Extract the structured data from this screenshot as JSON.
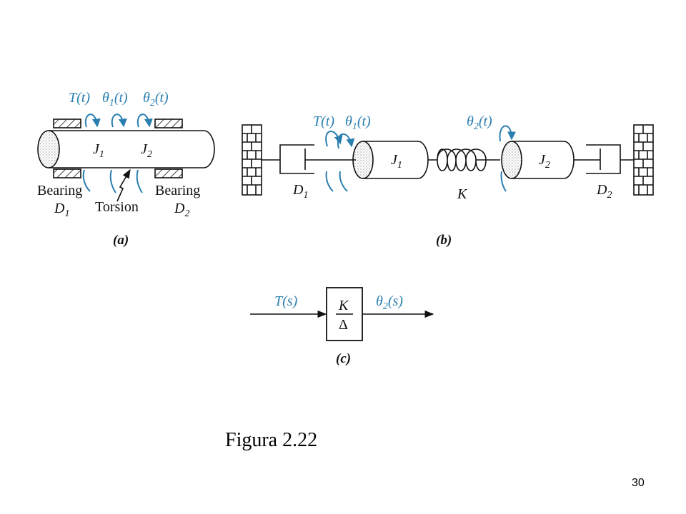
{
  "colors": {
    "ink": "#111111",
    "accent": "#2a7fb0",
    "cylinder_fill": "#f4f4f4"
  },
  "panel_a": {
    "torque_label": "T(t)",
    "theta1_base": "θ",
    "theta1_sub": "1",
    "theta1_arg": "(t)",
    "theta2_base": "θ",
    "theta2_sub": "2",
    "theta2_arg": "(t)",
    "j1_base": "J",
    "j1_sub": "1",
    "j2_base": "J",
    "j2_sub": "2",
    "bearing_left": "Bearing",
    "bearing_right": "Bearing",
    "d1_base": "D",
    "d1_sub": "1",
    "d2_base": "D",
    "d2_sub": "2",
    "torsion": "Torsion",
    "caption_open": "(",
    "caption_letter": "a",
    "caption_close": ")"
  },
  "panel_b": {
    "torque_label": "T(t)",
    "theta1_base": "θ",
    "theta1_sub": "1",
    "theta1_arg": "(t)",
    "theta2_base": "θ",
    "theta2_sub": "2",
    "theta2_arg": "(t)",
    "j1_base": "J",
    "j1_sub": "1",
    "j2_base": "J",
    "j2_sub": "2",
    "d1_base": "D",
    "d1_sub": "1",
    "d2_base": "D",
    "d2_sub": "2",
    "spring": "K",
    "caption_open": "(",
    "caption_letter": "b",
    "caption_close": ")"
  },
  "panel_c": {
    "input": "T(s)",
    "output_base": "θ",
    "output_sub": "2",
    "output_arg": "(s)",
    "numerator": "K",
    "denominator": "Δ",
    "caption_open": "(",
    "caption_letter": "c",
    "caption_close": ")"
  },
  "figure_title": "Figura 2.22",
  "page_number": "30"
}
